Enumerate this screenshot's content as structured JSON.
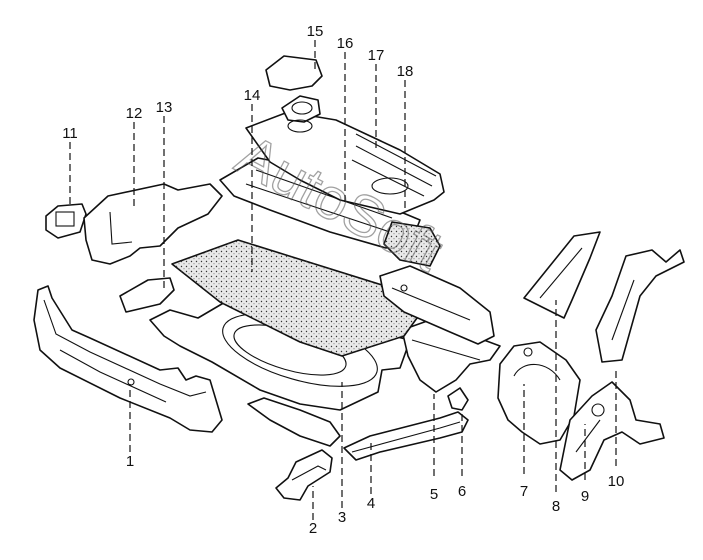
{
  "watermark": "AutoSoft",
  "callouts": [
    {
      "label": "1"
    },
    {
      "label": "2"
    },
    {
      "label": "3"
    },
    {
      "label": "4"
    },
    {
      "label": "5"
    },
    {
      "label": "6"
    },
    {
      "label": "7"
    },
    {
      "label": "8"
    },
    {
      "label": "9"
    },
    {
      "label": "10"
    },
    {
      "label": "11"
    },
    {
      "label": "12"
    },
    {
      "label": "13"
    },
    {
      "label": "14"
    },
    {
      "label": "15"
    },
    {
      "label": "16"
    },
    {
      "label": "17"
    },
    {
      "label": "18"
    }
  ]
}
